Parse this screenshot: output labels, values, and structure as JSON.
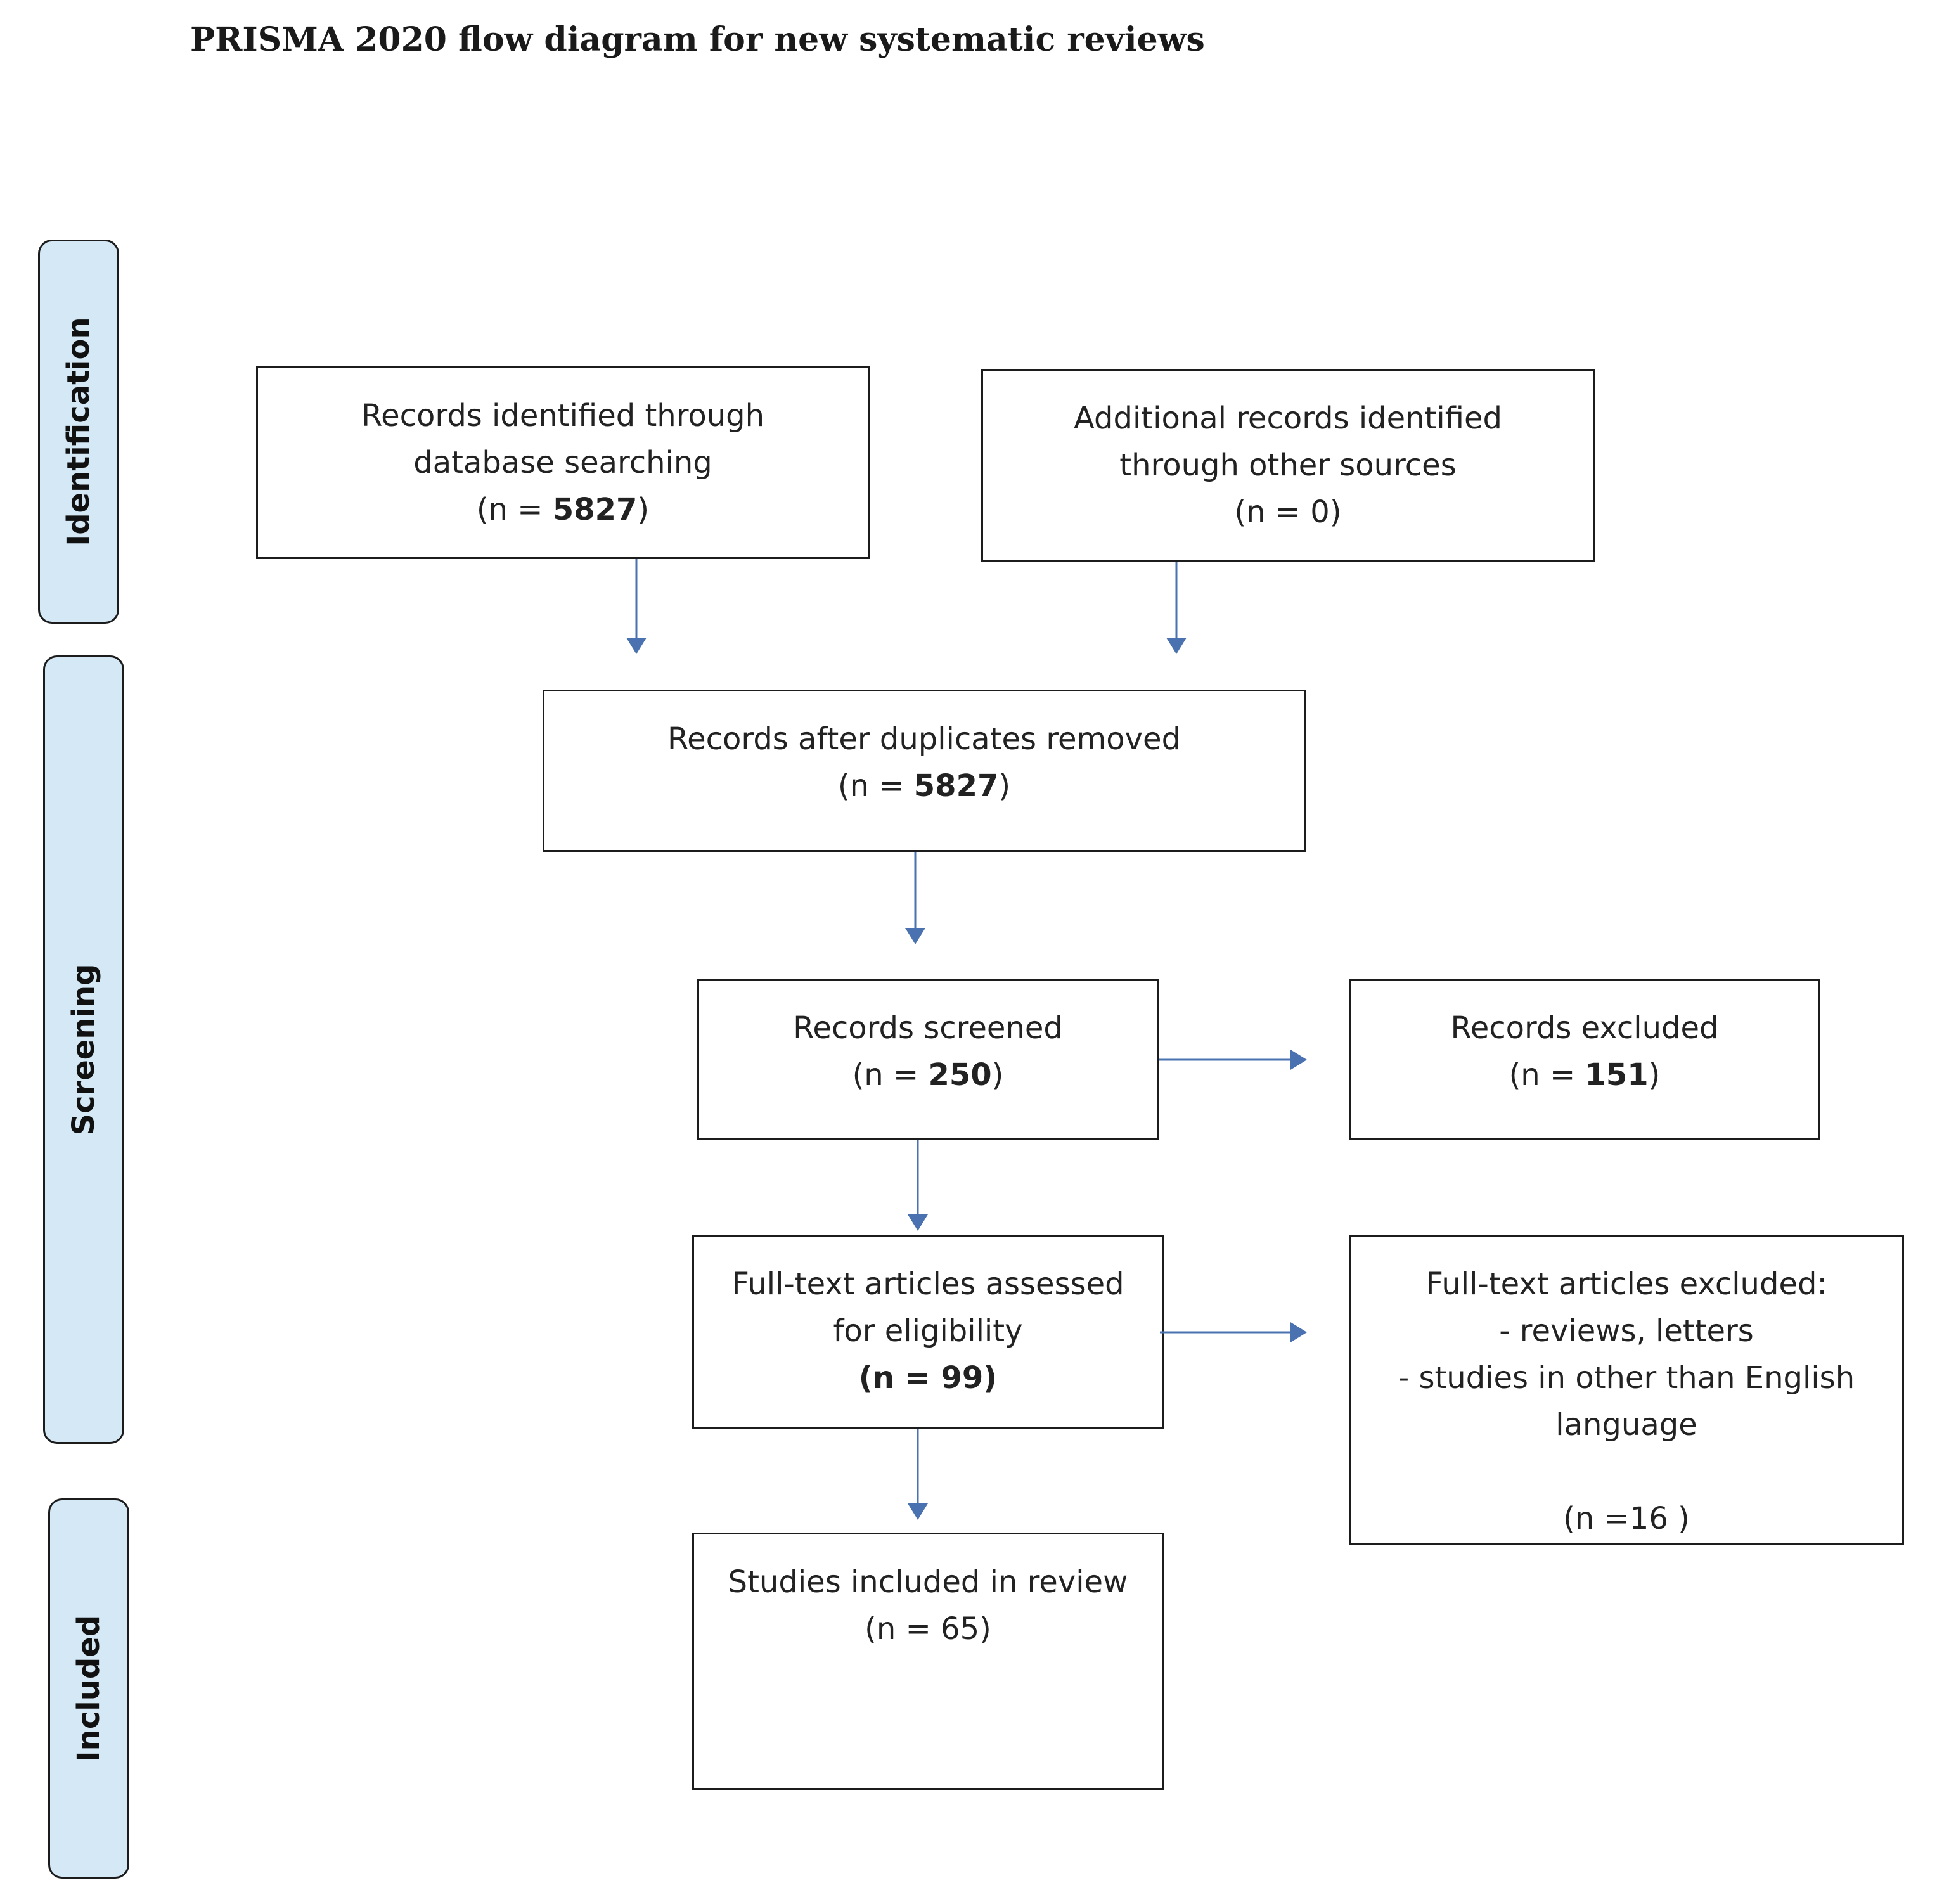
{
  "title": "PRISMA 2020 flow diagram for new systematic reviews",
  "phases": {
    "identification": "Identification",
    "screening": "Screening",
    "included": "Included"
  },
  "boxes": {
    "database": {
      "line1": "Records identified through",
      "line2": "database searching",
      "n_prefix": "(n = ",
      "n": "5827",
      "n_suffix": ")"
    },
    "other_sources": {
      "line1": "Additional records identified",
      "line2": "through other sources",
      "n_text": "(n = 0)"
    },
    "duplicates_removed": {
      "line1": "Records after duplicates removed",
      "n_prefix": "(n = ",
      "n": "5827",
      "n_suffix": ")"
    },
    "screened": {
      "line1": "Records screened",
      "n_prefix": "(n = ",
      "n": "250",
      "n_suffix": ")"
    },
    "excluded": {
      "line1": "Records excluded",
      "n_prefix": "(n = ",
      "n": "151",
      "n_suffix": ")"
    },
    "fulltext_assessed": {
      "line1": "Full-text articles assessed",
      "line2": "for eligibility",
      "n_text": "(n = 99)"
    },
    "fulltext_excluded": {
      "line1": "Full-text articles excluded:",
      "line2": "- reviews, letters",
      "line3": "- studies in other than English",
      "line4": "language",
      "n_text": "(n =16   )"
    },
    "included_studies": {
      "line1": "Studies included in review",
      "n_text": "(n = 65)"
    }
  },
  "colors": {
    "arrow": "#4a72b0",
    "phase_fill": "#d4e8f6",
    "border": "#1c1c1c"
  }
}
